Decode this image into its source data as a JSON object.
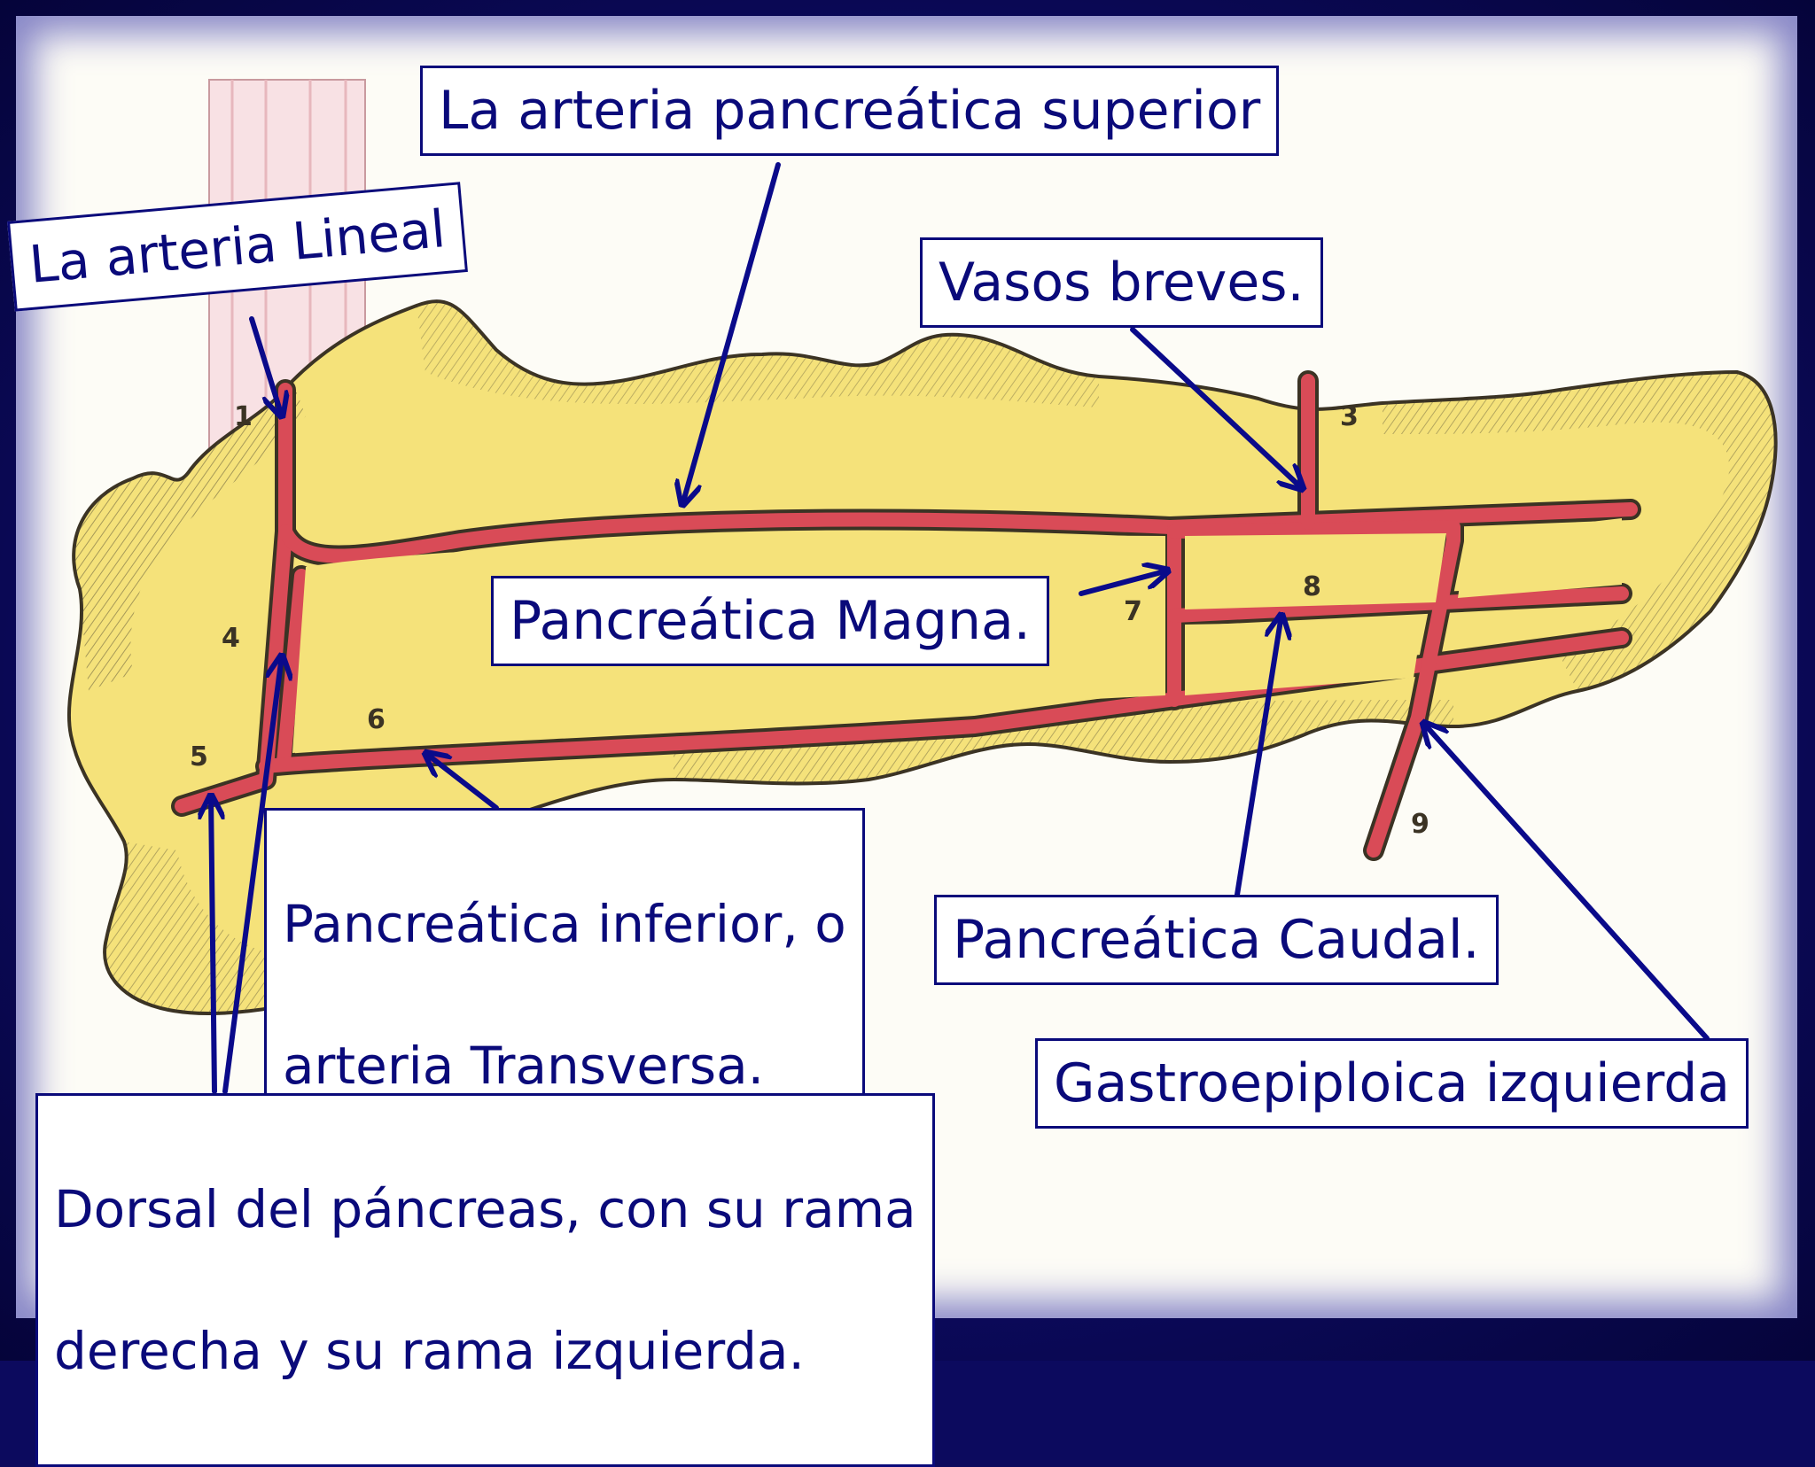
{
  "labels": {
    "lineal": "La arteria Lineal",
    "pancreatica_superior": "La arteria pancreática superior",
    "vasos_breves": "Vasos breves.",
    "magna": "Pancreática Magna.",
    "inferior_line1": "Pancreática inferior, o",
    "inferior_line2": "arteria Transversa.",
    "caudal": "Pancreática Caudal.",
    "gastroepiploica": "Gastroepiploica izquierda",
    "dorsal_line1": "Dorsal del páncreas, con su rama",
    "dorsal_line2": "derecha y su rama izquierda."
  },
  "numbers": [
    "1",
    "3",
    "4",
    "5",
    "6",
    "7",
    "8",
    "9"
  ],
  "colors": {
    "background": "#0c0a5e",
    "label_text": "#0a0a7a",
    "pancreas": "#f5e27a",
    "artery": "#d94b57",
    "arrow": "#0a0a8a"
  }
}
